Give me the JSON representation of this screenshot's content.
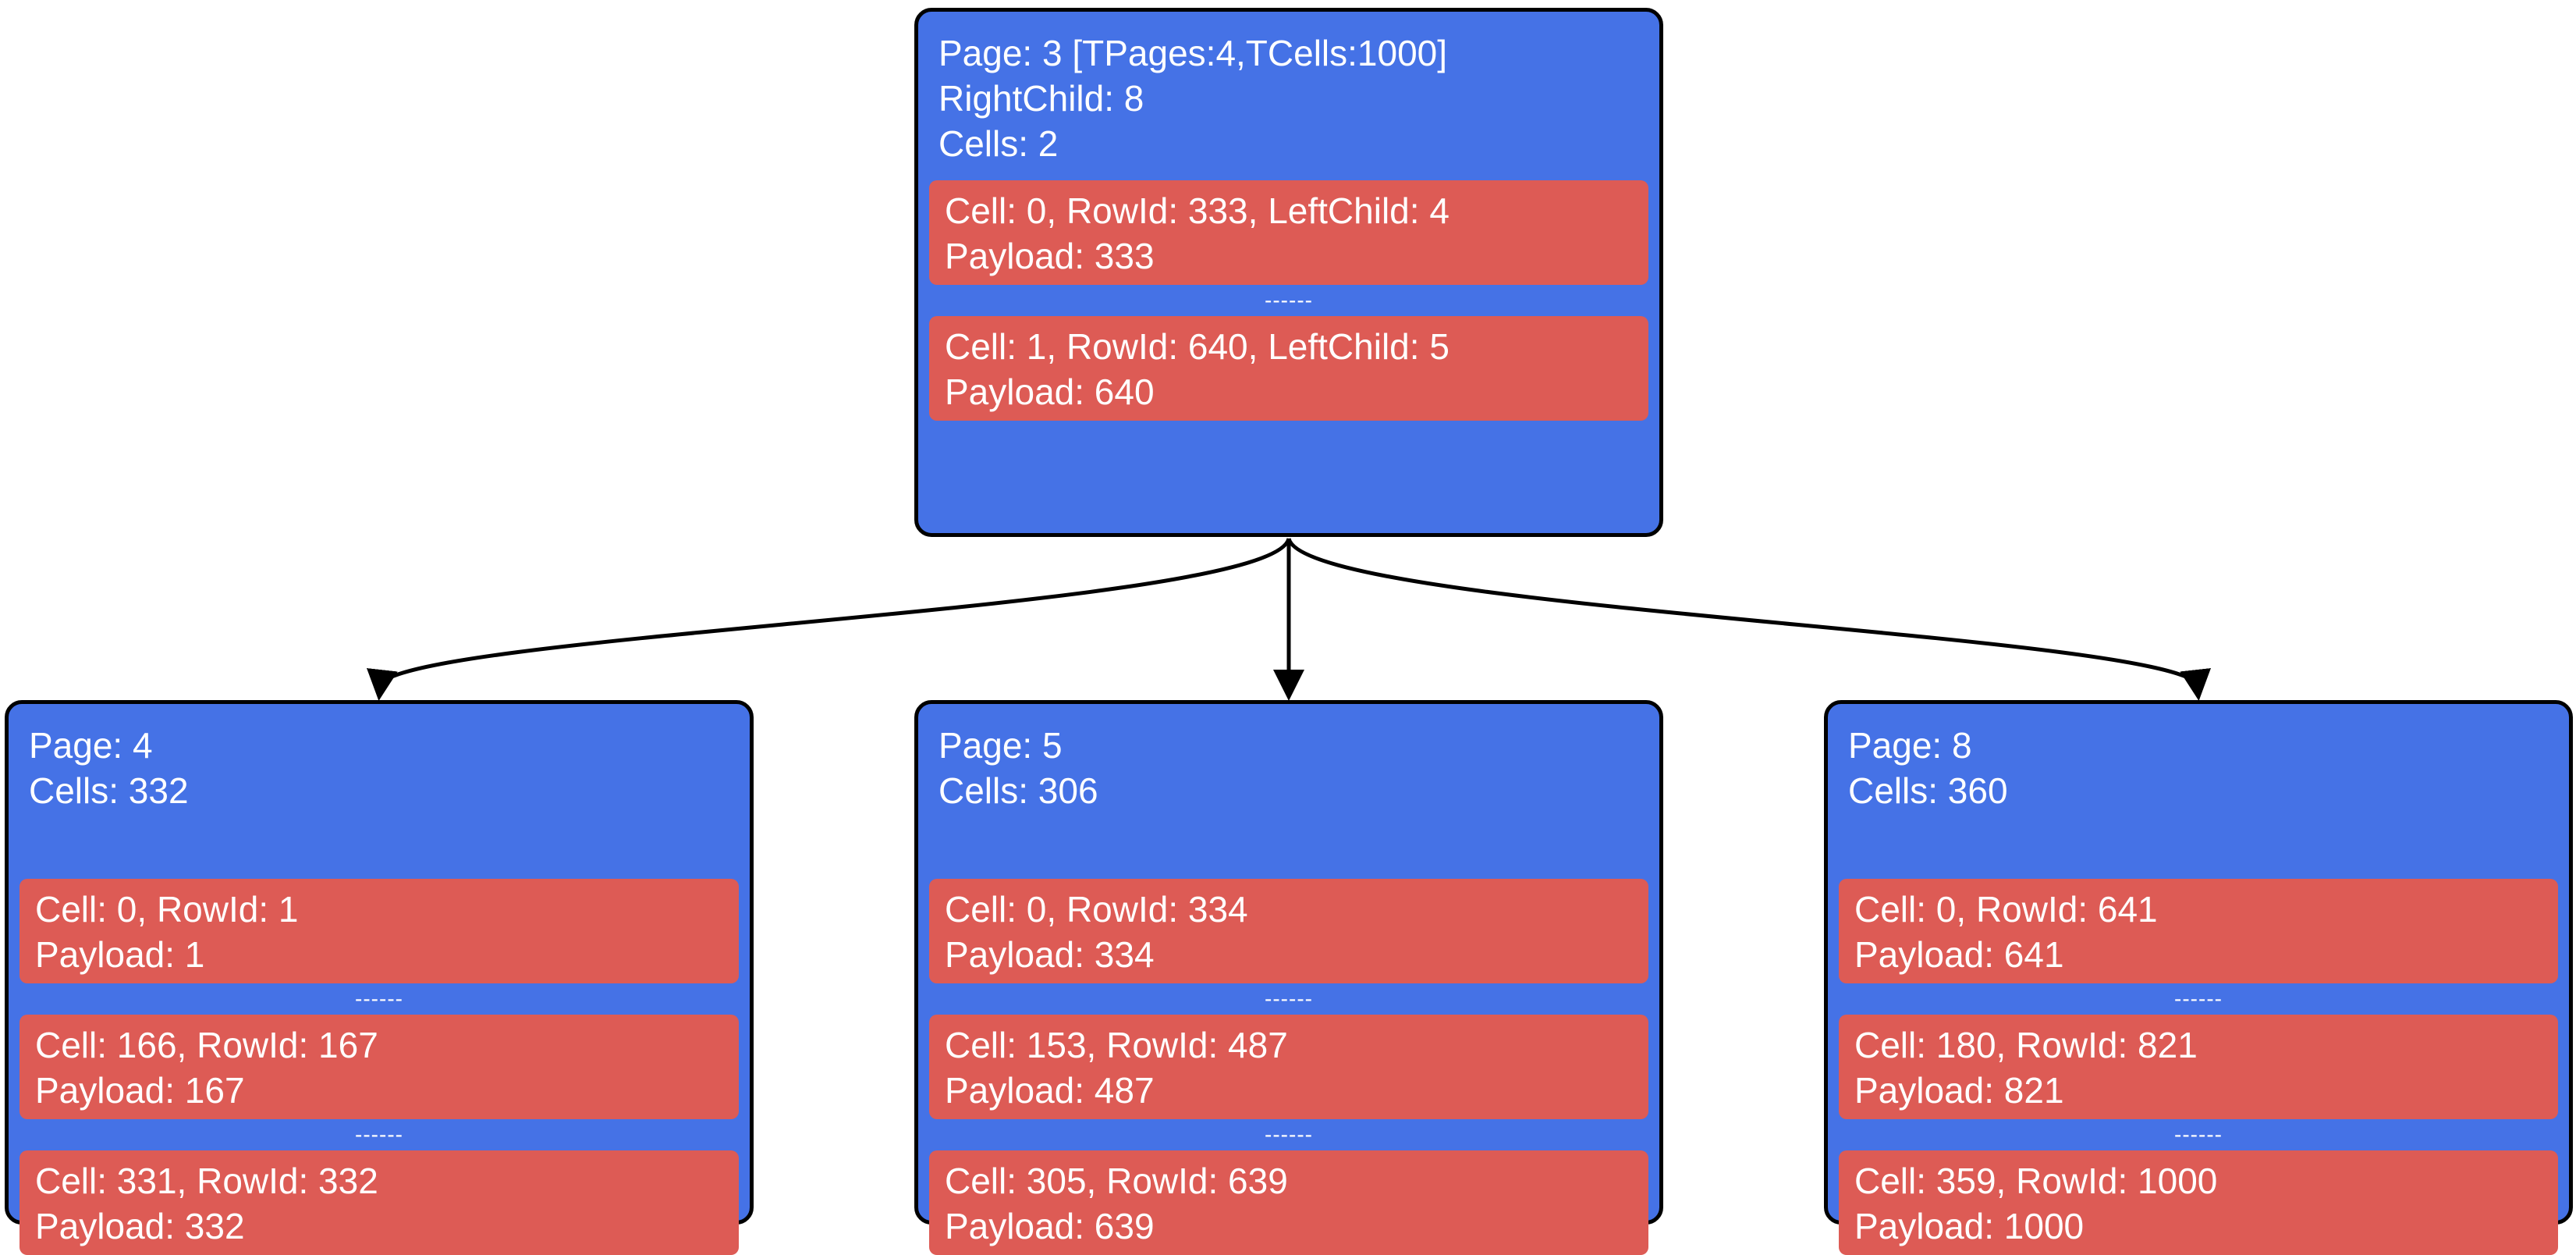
{
  "diagram": {
    "root": {
      "header": [
        "Page: 3 [TPages:4,TCells:1000]",
        "RightChild: 8",
        "Cells: 2"
      ],
      "cells": [
        [
          "Cell: 0, RowId: 333, LeftChild: 4",
          "Payload: 333"
        ],
        [
          "Cell: 1, RowId: 640, LeftChild: 5",
          "Payload: 640"
        ]
      ]
    },
    "children": [
      {
        "header": [
          "Page: 4",
          "Cells: 332"
        ],
        "cells": [
          [
            "Cell: 0, RowId: 1",
            "Payload: 1"
          ],
          [
            "Cell: 166, RowId: 167",
            "Payload: 167"
          ],
          [
            "Cell: 331, RowId: 332",
            "Payload: 332"
          ]
        ]
      },
      {
        "header": [
          "Page: 5",
          "Cells: 306"
        ],
        "cells": [
          [
            "Cell: 0, RowId: 334",
            "Payload: 334"
          ],
          [
            "Cell: 153, RowId: 487",
            "Payload: 487"
          ],
          [
            "Cell: 305, RowId: 639",
            "Payload: 639"
          ]
        ]
      },
      {
        "header": [
          "Page: 8",
          "Cells: 360"
        ],
        "cells": [
          [
            "Cell: 0, RowId: 641",
            "Payload: 641"
          ],
          [
            "Cell: 180, RowId: 821",
            "Payload: 821"
          ],
          [
            "Cell: 359, RowId: 1000",
            "Payload: 1000"
          ]
        ]
      }
    ],
    "separator": "------",
    "colors": {
      "node_fill": "#4572e6",
      "cell_fill": "#dd5b55",
      "border": "#000000",
      "text": "#ffffff"
    }
  }
}
